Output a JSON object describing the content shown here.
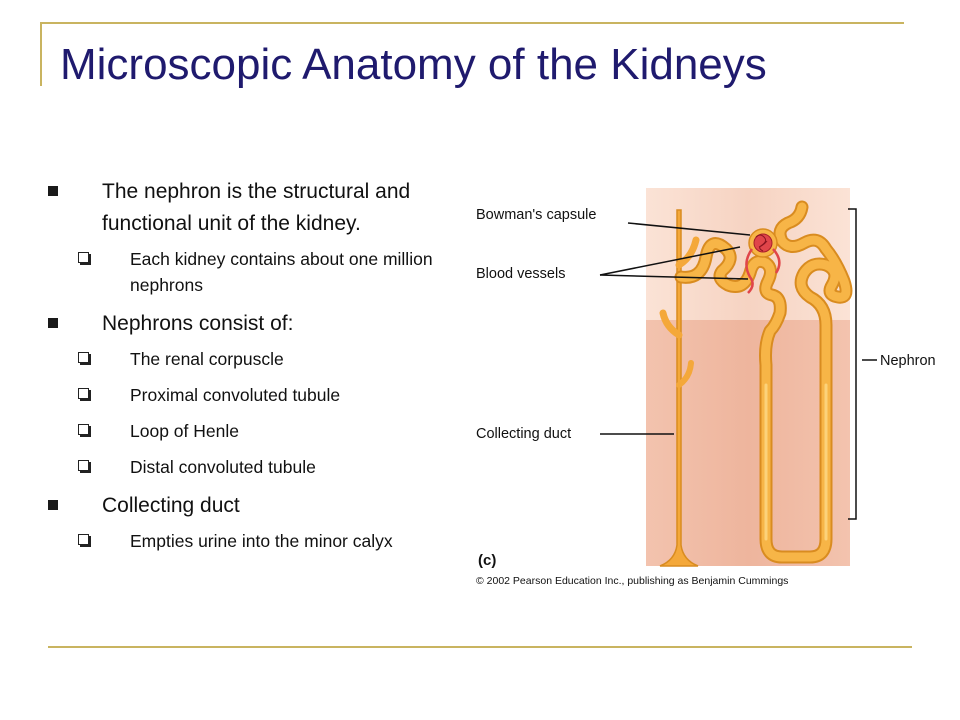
{
  "slide": {
    "title": "Microscopic Anatomy of the Kidneys",
    "bullets": [
      {
        "text": "The nephron is the structural and functional unit of the kidney.",
        "sub": [
          "Each kidney contains about one million nephrons"
        ]
      },
      {
        "text": "Nephrons consist of:",
        "sub": [
          "The renal corpuscle",
          "Proximal convoluted tubule",
          "Loop of Henle",
          "Distal convoluted tubule"
        ]
      },
      {
        "text": "Collecting duct",
        "sub": [
          "Empties urine into the minor calyx"
        ]
      }
    ]
  },
  "figure": {
    "labels": {
      "bowmans_capsule": "Bowman's capsule",
      "blood_vessels": "Blood vessels",
      "collecting_duct": "Collecting duct",
      "nephron": "Nephron",
      "panel": "(c)"
    },
    "credit": "© 2002 Pearson Education Inc., publishing as Benjamin Cummings"
  },
  "colors": {
    "title": "#1f1a6e",
    "rule": "#c9b460",
    "tubule": "#f4a83a",
    "tissue": "#f2c9b8"
  }
}
